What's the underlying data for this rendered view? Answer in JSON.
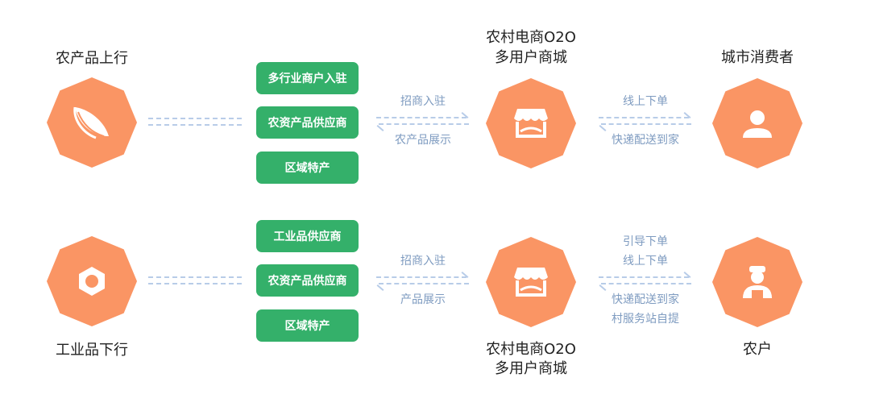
{
  "colors": {
    "accent": "#FA9564",
    "button": "#34B06A",
    "line": "#B8CCE8",
    "label": "#7E9BC0"
  },
  "rows": [
    {
      "left_title": "农产品上行",
      "left_icon": "peapod-icon",
      "buttons": [
        "多行业商户入驻",
        "农资产品供应商",
        "区域特产"
      ],
      "mid_top_label": "招商入驻",
      "mid_bottom_label": "农产品展示",
      "mall_title": [
        "农村电商O2O",
        "多用户商城"
      ],
      "right_top_labels": [
        "线上下单"
      ],
      "right_bottom_labels": [
        "快递配送到家"
      ],
      "right_title": "城市消费者",
      "right_icon": "consumer-icon"
    },
    {
      "left_title": "工业品下行",
      "left_icon": "hex-nut-icon",
      "buttons": [
        "工业品供应商",
        "农资产品供应商",
        "区域特产"
      ],
      "mid_top_label": "招商入驻",
      "mid_bottom_label": "产品展示",
      "mall_title": [
        "农村电商O2O",
        "多用户商城"
      ],
      "right_top_labels": [
        "引导下单",
        "线上下单"
      ],
      "right_bottom_labels": [
        "快递配送到家",
        "村服务站自提"
      ],
      "right_title": "农户",
      "right_icon": "farmer-icon"
    }
  ]
}
